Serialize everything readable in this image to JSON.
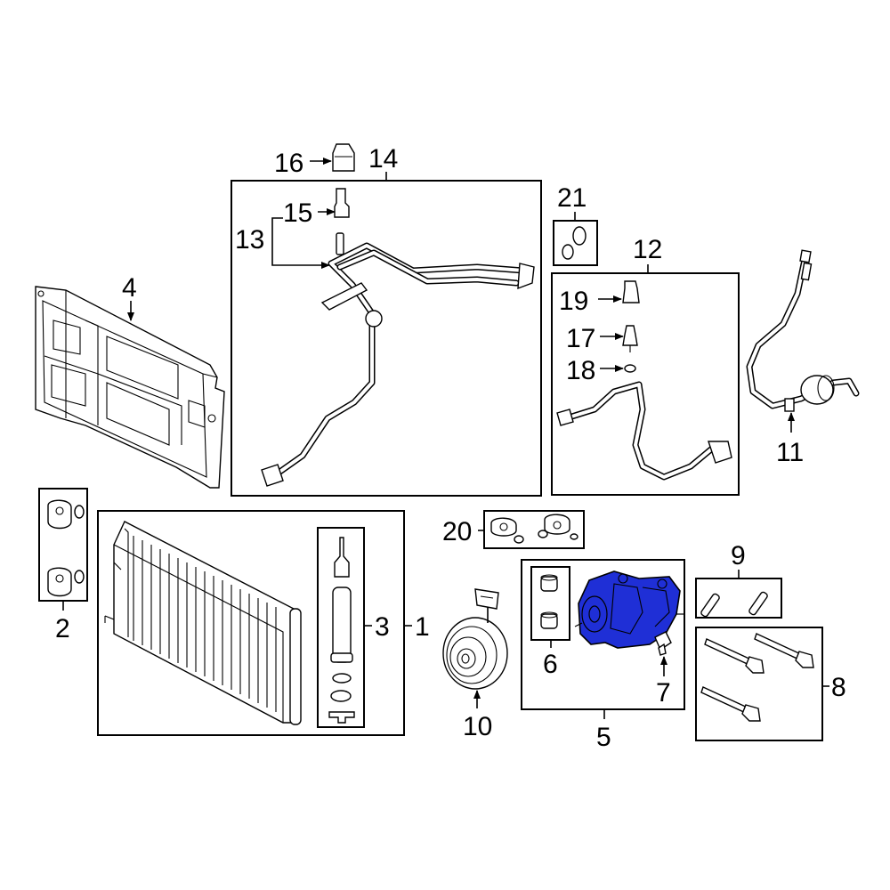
{
  "highlight_color": "#1f2fd6",
  "callouts": {
    "c1": "1",
    "c2": "2",
    "c3": "3",
    "c4": "4",
    "c5": "5",
    "c6": "6",
    "c7": "7",
    "c8": "8",
    "c9": "9",
    "c10": "10",
    "c11": "11",
    "c12": "12",
    "c13": "13",
    "c14": "14",
    "c15": "15",
    "c16": "16",
    "c17": "17",
    "c18": "18",
    "c19": "19",
    "c20": "20",
    "c21": "21"
  }
}
